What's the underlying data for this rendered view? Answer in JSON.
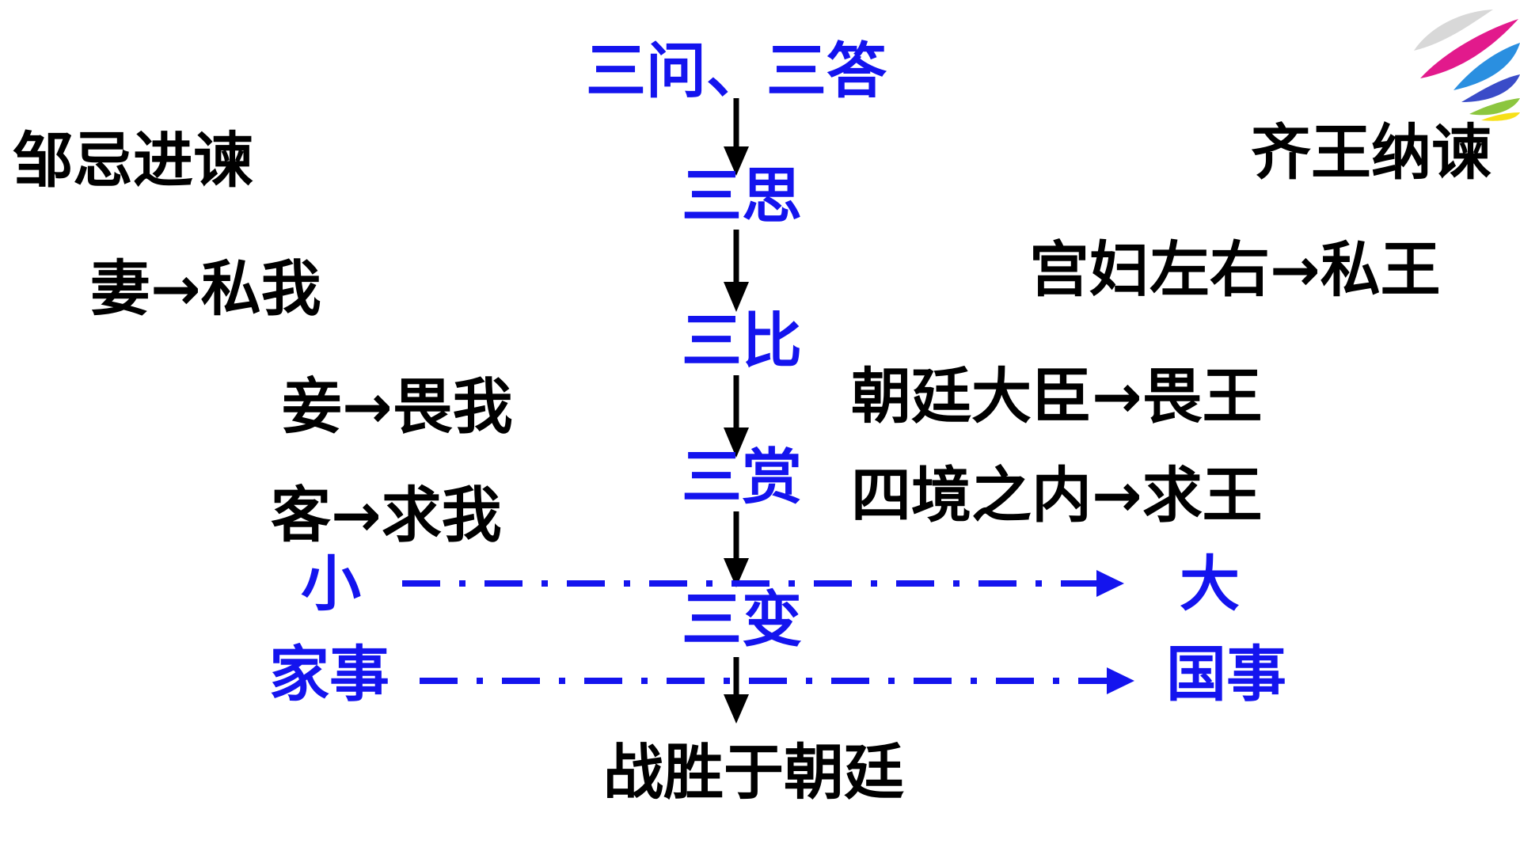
{
  "center": {
    "top_title": "三问、三答",
    "steps": [
      "三思",
      "三比",
      "三赏",
      "三变"
    ],
    "result": "战胜于朝廷"
  },
  "left": {
    "title": "邹忌进谏",
    "items": [
      {
        "who": "妻",
        "relation": "私我"
      },
      {
        "who": "妾",
        "relation": "畏我"
      },
      {
        "who": "客",
        "relation": "求我"
      }
    ]
  },
  "right": {
    "title": "齐王纳谏",
    "items": [
      {
        "who": "宫妇左右",
        "relation": "私王"
      },
      {
        "who": "朝廷大臣",
        "relation": "畏王"
      },
      {
        "who": "四境之内",
        "relation": "求王"
      }
    ]
  },
  "transitions": [
    {
      "from": "小",
      "to": "大"
    },
    {
      "from": "家事",
      "to": "国事"
    }
  ],
  "colors": {
    "blue": "#1414ee",
    "black": "#000000",
    "arrow": "→"
  },
  "logo": "colorful-feather-logo"
}
